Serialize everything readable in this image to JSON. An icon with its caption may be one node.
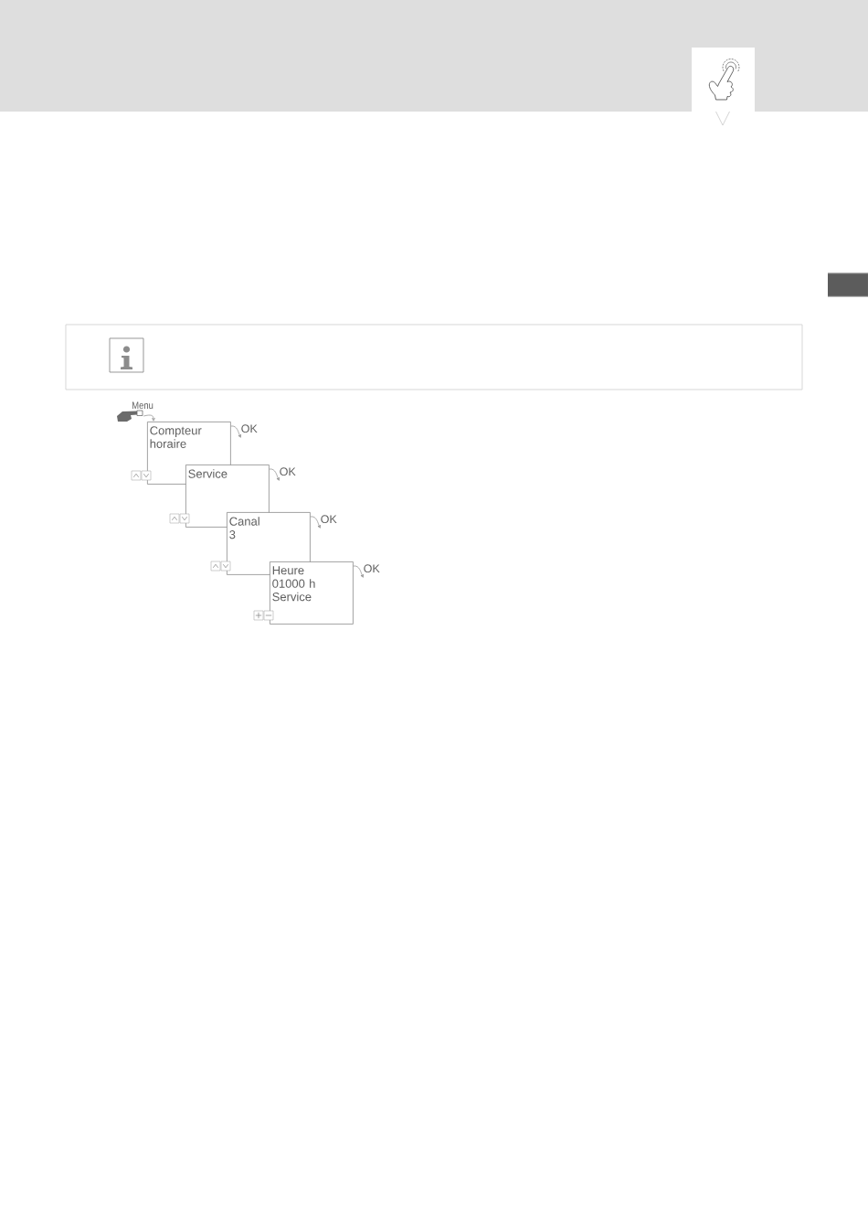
{
  "diagram": {
    "nodes": [
      {
        "text": [],
        "shape": "picture",
        "beside": [
          "Menu"
        ]
      },
      {
        "text": [
          "Compteur horaire"
        ],
        "beside": [
          "OK"
        ]
      },
      {
        "text": [
          "Service"
        ],
        "beside": [
          "OK"
        ]
      },
      {
        "text": [
          "Canal 3"
        ],
        "beside": [
          "OK"
        ]
      },
      {
        "text": [
          "Heure 01000 h Service"
        ],
        "beside": [
          "OK"
        ]
      }
    ],
    "edges": [
      {
        "from": 0,
        "to": 1,
        "arrow": "to"
      },
      {
        "from": 1,
        "to": null,
        "arrow": "to"
      },
      {
        "from": 2,
        "to": null,
        "arrow": "to"
      },
      {
        "from": 3,
        "to": null,
        "arrow": "to"
      },
      {
        "from": 4,
        "to": null,
        "arrow": "to"
      }
    ]
  }
}
